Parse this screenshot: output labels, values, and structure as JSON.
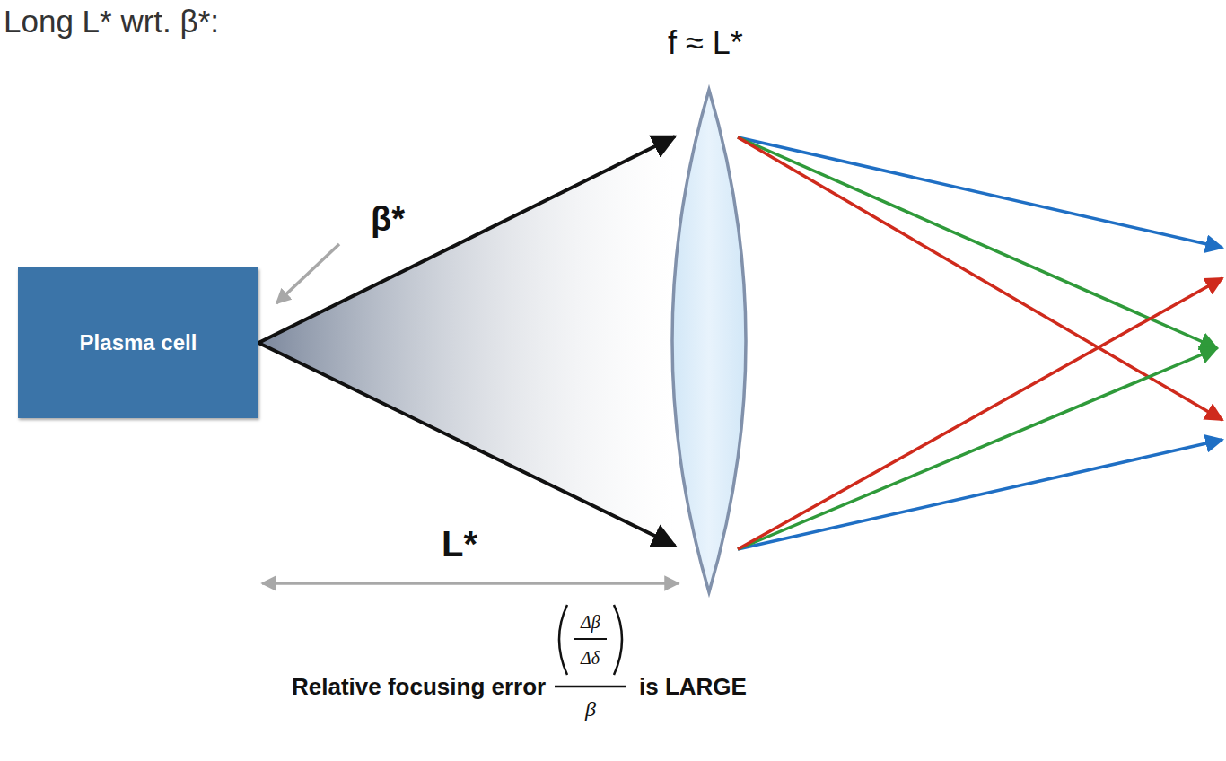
{
  "diagram": {
    "title": "Long L* wrt. β*:",
    "nodes": [
      {
        "text": [
          "Plasma cell"
        ]
      }
    ],
    "labels": [
      "f ≈ L*",
      "β*",
      "L*",
      "Relative focusing error",
      "Δβ",
      "Δδ",
      "β",
      "is LARGE"
    ]
  }
}
